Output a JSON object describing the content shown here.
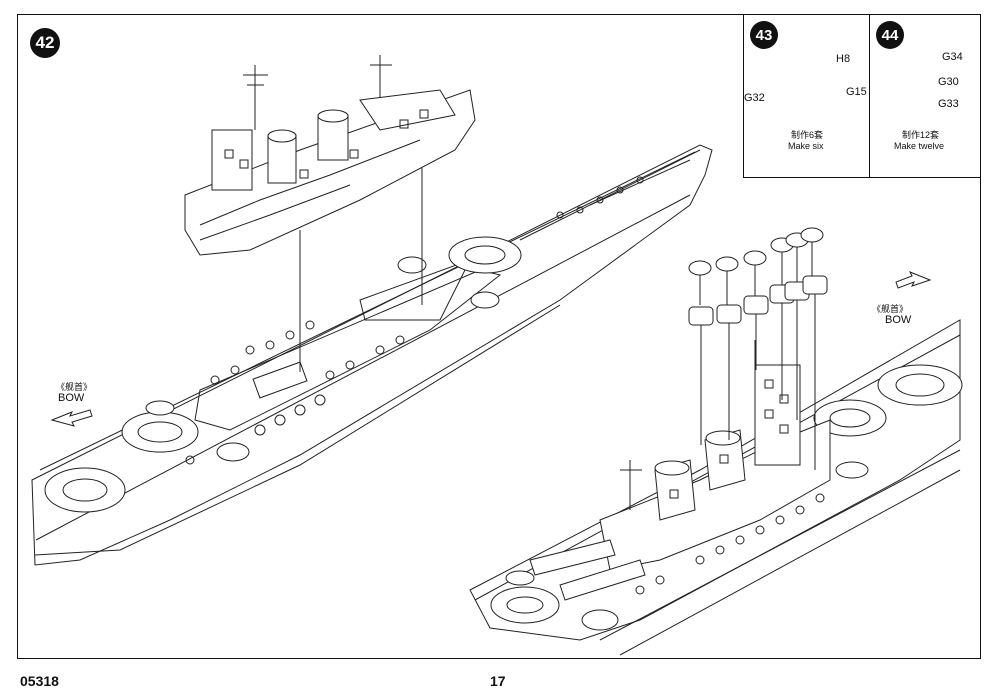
{
  "page": {
    "product_code": "05318",
    "page_number": "17"
  },
  "steps": [
    {
      "number": "42"
    },
    {
      "number": "43",
      "parts": [
        "H8",
        "G32",
        "G15"
      ],
      "qty_cn": "制作6套",
      "qty_en": "Make six"
    },
    {
      "number": "44",
      "parts": [
        "G34",
        "G30",
        "G33"
      ],
      "qty_cn": "制作12套",
      "qty_en": "Make twelve"
    }
  ],
  "bow_labels": {
    "left": {
      "cn": "《舰首》",
      "en": "BOW"
    },
    "right": {
      "cn": "《舰首》",
      "en": "BOW"
    }
  }
}
